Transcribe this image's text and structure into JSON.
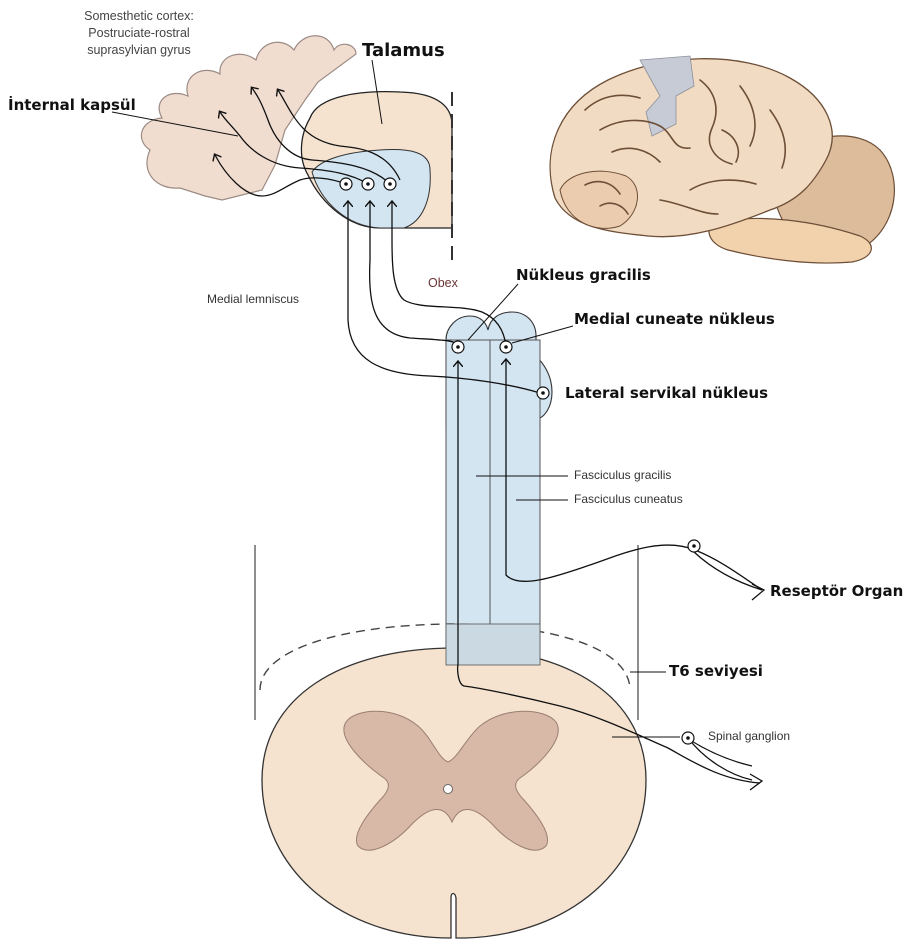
{
  "labels": {
    "cortex_line1": "Somesthetic cortex:",
    "cortex_line2": "Postruciate-rostral",
    "cortex_line3": "suprasylvian gyrus",
    "talamus": "Talamus",
    "internal_kapsul": "İnternal kapsül",
    "obex": "Obex",
    "nukleus_gracilis": "Nükleus gracilis",
    "medial_lemniscus": "Medial lemniscus",
    "medial_cuneate": "Medial cuneate nükleus",
    "lateral_servikal": "Lateral servikal nükleus",
    "fasciculus_gracilis": "Fasciculus gracilis",
    "fasciculus_cuneatus": "Fasciculus cuneatus",
    "reseptor_organ": "Reseptör Organ",
    "t6_seviyesi": "T6 seviyesi",
    "spinal_ganglion": "Spinal ganglion"
  },
  "colors": {
    "tissue": "#f5e3cf",
    "gray_matter": "#d8b8a6",
    "tract_fill": "#d3e5f1",
    "brain_surface": "#f1dcc3",
    "brain_highlight": "#c6cbd6",
    "cerebellum": "#dcbc9a",
    "line": "#111111"
  }
}
